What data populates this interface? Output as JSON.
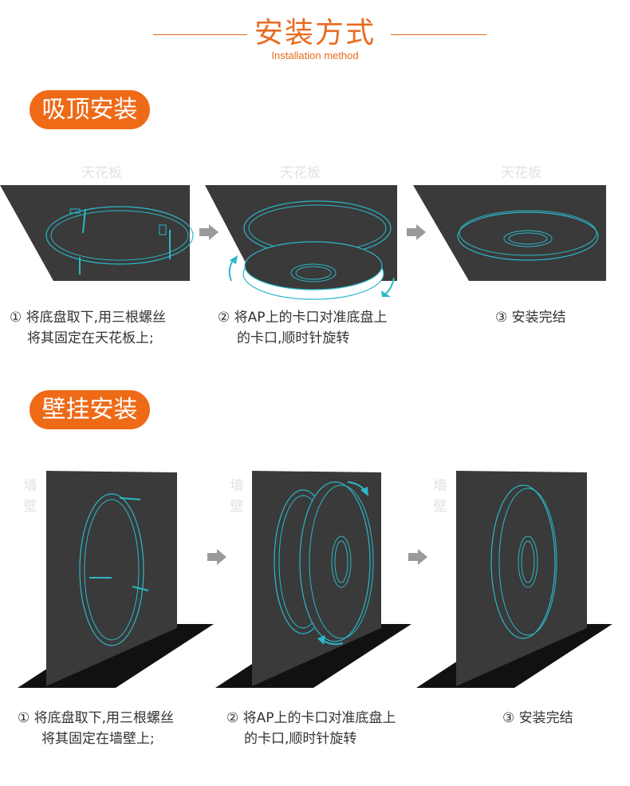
{
  "header": {
    "title": "安装方式",
    "subtitle": "Installation method",
    "accent_color": "#e86b1f"
  },
  "ceiling_section": {
    "label": "吸顶安装",
    "surface_label": "天花板",
    "steps": [
      {
        "line1": "① 将底盘取下,用三根螺丝",
        "line2": "将其固定在天花板上;"
      },
      {
        "line1": "② 将AP上的卡口对准底盘上",
        "line2": "的卡口,顺时针旋转"
      },
      {
        "line1": "③ 安装完结",
        "line2": ""
      }
    ]
  },
  "wall_section": {
    "label": "壁挂安装",
    "surface_label_1": "墙",
    "surface_label_2": "壁",
    "steps": [
      {
        "line1": "① 将底盘取下,用三根螺丝",
        "line2": "将其固定在墙壁上;"
      },
      {
        "line1": "② 将AP上的卡口对准底盘上",
        "line2": "的卡口,顺时针旋转"
      },
      {
        "line1": "③ 安装完结",
        "line2": ""
      }
    ]
  },
  "colors": {
    "panel": "#3a3a3a",
    "outline": "#2bb8c8",
    "arrow": "#9a9a9a"
  }
}
